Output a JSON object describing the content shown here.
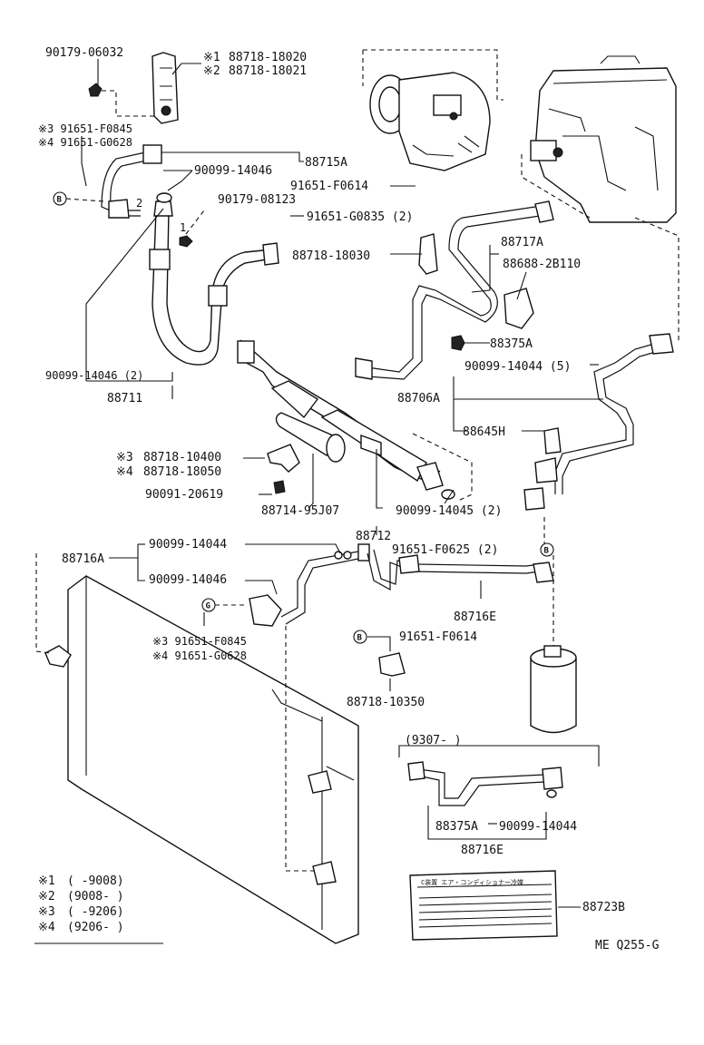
{
  "labels": {
    "p90179_06032": "90179-06032",
    "note1_mark": "※1",
    "p88718_18020": "88718-18020",
    "note2_mark": "※2",
    "p88718_18021": "88718-18021",
    "note3_left": "※3 91651-F0845",
    "note4_left": "※4 91651-G0628",
    "p88715A": "88715A",
    "p90099_14046_top": "90099-14046",
    "p90179_08123": "90179-08123",
    "p91651_F0614_top": "91651-F0614",
    "p91651_G0835": "91651-G0835 (2)",
    "p88718_18030": "88718-18030",
    "p88717A": "88717A",
    "p88688_2B110": "88688-2B110",
    "p88375A": "88375A",
    "p90099_14046_2": "90099-14046 (2)",
    "p88711": "88711",
    "p90099_14044_5": "90099-14044 (5)",
    "p88706A": "88706A",
    "p88645H": "88645H",
    "p88718_10400": "88718-10400",
    "p88718_18050": "88718-18050",
    "p90091_20619": "90091-20619",
    "p88714_95J07": "88714-95J07",
    "p90099_14045": "90099-14045 (2)",
    "p88712": "88712",
    "p90099_14044_mid": "90099-14044",
    "p88716A": "88716A",
    "p91651_F0625": "91651-F0625 (2)",
    "p90099_14046_mid": "90099-14046",
    "p88716E": "88716E",
    "note3_mid": "※3 91651-F0845",
    "note4_mid": "※4 91651-G0628",
    "p91651_F0614_mid": "91651-F0614",
    "p88718_10350": "88718-10350",
    "inset_date": "(9307-        )",
    "p88375A_inset": "88375A",
    "p90099_14044_inset": "90099-14044",
    "p88716E_inset": "88716E",
    "p88723B": "88723B",
    "caution_label_text": "C装置 エア・コンディショナー冷媒",
    "ref_code": "ME Q255-G",
    "callout_B": "B",
    "callout_G": "G",
    "callout_1": "1",
    "callout_2": "2"
  },
  "legend": [
    {
      "mark": "※1",
      "range": "(      -9008)"
    },
    {
      "mark": "※2",
      "range": "(9008-      )"
    },
    {
      "mark": "※3",
      "range": "(      -9206)"
    },
    {
      "mark": "※4",
      "range": "(9206-      )"
    }
  ]
}
